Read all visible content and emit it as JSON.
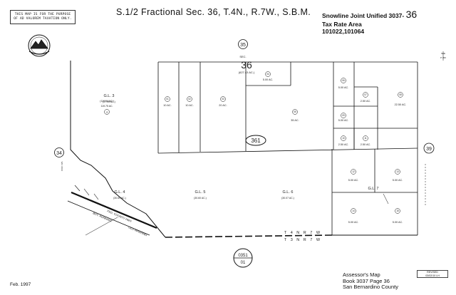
{
  "header": {
    "disclaimer_line1": "THIS MAP IS FOR THE PURPOSE",
    "disclaimer_line2": "OF AD VALOREM TAXATION ONLY.",
    "title": "S.1/2 Fractional Sec. 36, T.4N., R.7W., S.B.M.",
    "district": "Snowline Joint Unified 3037-",
    "district_page": "36",
    "tax_rate_label": "Tax Rate Area",
    "tax_rate_codes": "101022,101064"
  },
  "map": {
    "section_circle": "35",
    "section_prefix": "SEC.",
    "section_number": "36",
    "section_acres": "(627.43 AC.)",
    "road_label": "361",
    "right_circle": "39",
    "left_circle": "34",
    "township_line1": "T 4 N  R 7 W",
    "township_line2": "T 3 N  R 7 W",
    "edge_note_top": "SEE",
    "edge_note_bottom": "P 450",
    "left_edge_note": "COR. N/S",
    "lots": [
      {
        "label": "G.L. 3",
        "acres": "(37.05 AC.)"
      },
      {
        "label": "G.L. 4",
        "acres": "(30.69 AC.)"
      },
      {
        "label": "G.L. 5",
        "acres": "(30.60 AC.)"
      },
      {
        "label": "G.L. 6",
        "acres": "(30.07 AC.)"
      },
      {
        "label": "G.L. 7",
        "acres": ""
      }
    ],
    "gl3_sub": "119.75 AC.",
    "gl3_sub2": "(119.54 AC.)",
    "gl3_parcel": "15",
    "parcels": [
      {
        "num": "01",
        "acres": "10 AC."
      },
      {
        "num": "02",
        "acres": "10 AC."
      },
      {
        "num": "03",
        "acres": "20 AC."
      },
      {
        "num": "04",
        "acres": "5.00 AC."
      },
      {
        "num": "05",
        "acres": "35 AC."
      },
      {
        "num": "06",
        "acres": "5.00 AC."
      },
      {
        "num": "07",
        "acres": "2.50 AC."
      },
      {
        "num": "08",
        "acres": "22.50 AC."
      },
      {
        "num": "09",
        "acres": "5.00 AC."
      },
      {
        "num": "10",
        "acres": "2.50 AC."
      },
      {
        "num": "11",
        "acres": "2.50 AC."
      },
      {
        "num": "12",
        "acres": "5.00 AC."
      },
      {
        "num": "13",
        "acres": "5.00 AC."
      },
      {
        "num": "14",
        "acres": "5.00 AC."
      },
      {
        "num": "15",
        "acres": "5.00 AC."
      }
    ],
    "book_circle_top": "0351",
    "book_circle_bottom": "01",
    "road_text_1": "FED. COUNTY HWY",
    "road_text_2": "BDY. RUNNING",
    "road_text_3": "OLD WASHING"
  },
  "footer": {
    "date": "Feb. 1997",
    "map_title": "Assessor's Map",
    "book_page": "Book 3037 Page 36",
    "county": "San Bernardino County",
    "revised_label": "REVISED",
    "revised_date": "03/02/10 LH"
  }
}
